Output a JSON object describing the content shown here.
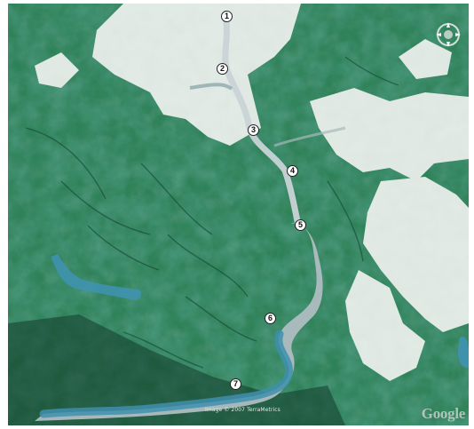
{
  "map": {
    "markers": [
      "1",
      "2",
      "3",
      "4",
      "5",
      "6",
      "7"
    ],
    "copyright": "Image © 2007 TerraMetrics",
    "logo": "Google",
    "colors": {
      "snow": "#f2f4f2",
      "forest": "#1f6e4a",
      "dark_forest": "#0f3f2c",
      "fjord_water": "#3f8fae",
      "glacier": "#c9d3d6"
    },
    "compass_icon": "compass-rose-icon"
  }
}
